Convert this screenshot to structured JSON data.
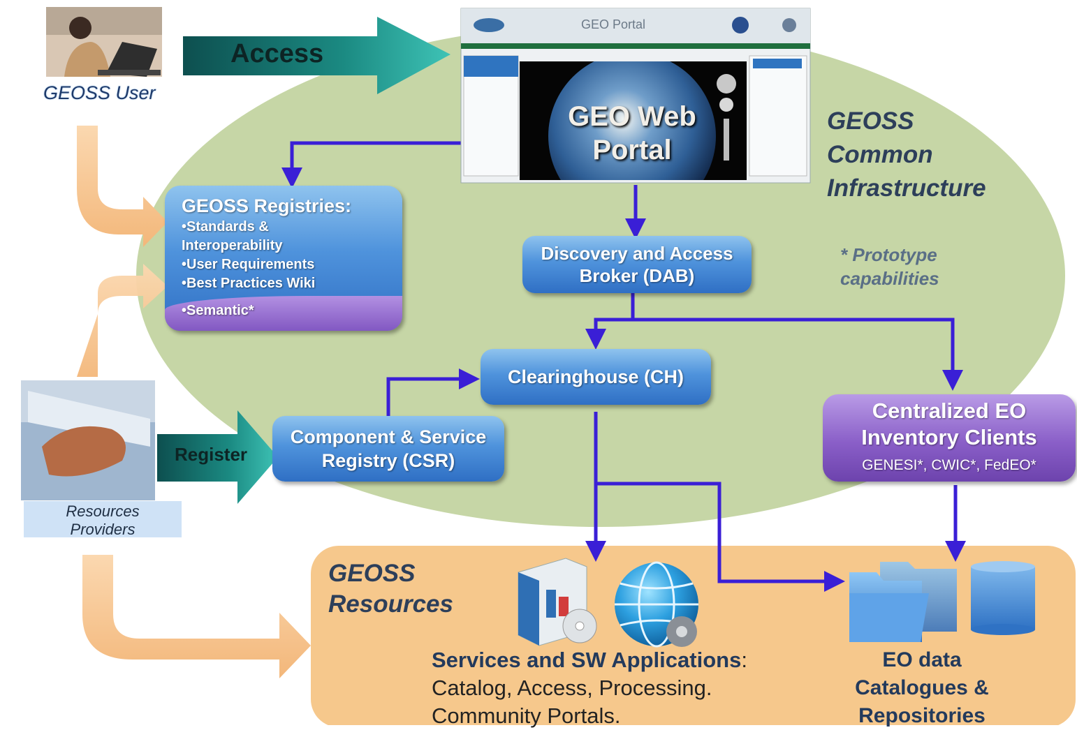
{
  "user": {
    "label": "GEOSS User"
  },
  "providers": {
    "label_line1": "Resources",
    "label_line2": "Providers"
  },
  "arrows": {
    "access": "Access",
    "register": "Register"
  },
  "portal": {
    "header_text": "GEO Portal",
    "overlay_line1": "GEO Web",
    "overlay_line2": "Portal"
  },
  "infrastructure": {
    "line1": "GEOSS",
    "line2": "Common",
    "line3": "Infrastructure",
    "note_line1": "* Prototype",
    "note_line2": "capabilities"
  },
  "registries": {
    "title": "GEOSS Registries:",
    "items": [
      "•Standards &",
      "Interoperability",
      "•User Requirements",
      "•Best Practices Wiki"
    ],
    "semantic": "•Semantic*"
  },
  "dab": {
    "line1": "Discovery and Access",
    "line2": "Broker (DAB)"
  },
  "clearinghouse": {
    "label": "Clearinghouse (CH)"
  },
  "csr": {
    "line1": "Component & Service",
    "line2": "Registry (CSR)"
  },
  "inventory": {
    "line1": "Centralized EO",
    "line2": "Inventory Clients",
    "clients": "GENESI*, CWIC*, FedEO*"
  },
  "resources": {
    "title_line1": "GEOSS",
    "title_line2": "Resources",
    "services_title": "Services and SW Applications",
    "services_colon": ":",
    "services_line2": "Catalog, Access, Processing.",
    "services_line3": "Community Portals.",
    "eo_line1": "EO data",
    "eo_line2": "Catalogues &",
    "eo_line3": "Repositories"
  },
  "colors": {
    "ellipse": "#c6d6a6",
    "resources_bg": "#f6c88c",
    "flow_arrow": "#3a1fd6",
    "teal_arrow": "#1d8f86",
    "orange_arrow": "#f6c89a"
  }
}
